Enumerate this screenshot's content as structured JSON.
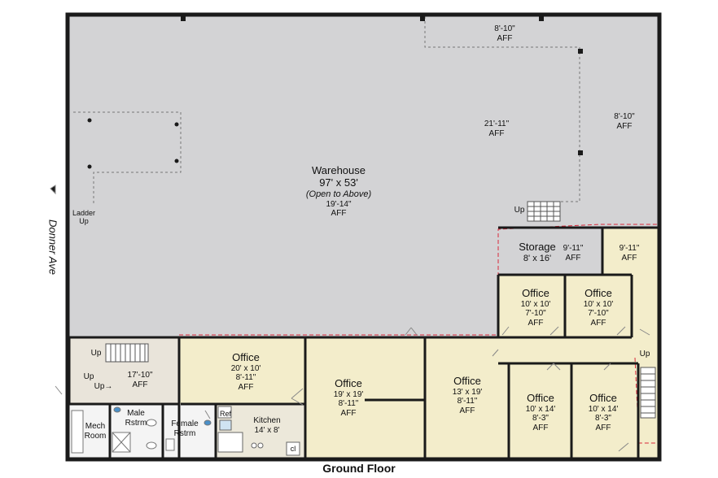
{
  "plan": {
    "title": "Ground Floor",
    "street": "Donner Ave",
    "colors": {
      "warehouse": "#d3d3d5",
      "office": "#f3edcb",
      "wall": "#1a1a1a",
      "stair_hall": "#e9e4da",
      "restroom": "#f4f4f4",
      "property_line": "#d8283a"
    }
  },
  "rooms": {
    "warehouse": {
      "name": "Warehouse",
      "size": "97' x 53'",
      "note": "(Open to Above)",
      "height": "19'-14\"",
      "aff": "AFF"
    },
    "mezz_top": {
      "height": "8'-10\"",
      "aff": "AFF"
    },
    "mezz_center": {
      "height": "21'-11\"",
      "aff": "AFF"
    },
    "mezz_right": {
      "height": "8'-10\"",
      "aff": "AFF"
    },
    "storage": {
      "name": "Storage",
      "size": "8' x 16'",
      "height": "9'-11\"",
      "aff": "AFF"
    },
    "corner": {
      "height": "9'-11\"",
      "aff": "AFF"
    },
    "office_a": {
      "name": "Office",
      "size": "10' x 10'",
      "height": "7'-10\"",
      "aff": "AFF"
    },
    "office_b": {
      "name": "Office",
      "size": "10' x 10'",
      "height": "7'-10\"",
      "aff": "AFF"
    },
    "office_c": {
      "name": "Office",
      "size": "20' x 10'",
      "height": "8'-11\"",
      "aff": "AFF"
    },
    "office_d": {
      "name": "Office",
      "size": "19' x 19'",
      "height": "8'-11\"",
      "aff": "AFF"
    },
    "office_e": {
      "name": "Office",
      "size": "13' x 19'",
      "height": "8'-11\"",
      "aff": "AFF"
    },
    "office_f": {
      "name": "Office",
      "size": "10' x 14'",
      "height": "8'-3\"",
      "aff": "AFF"
    },
    "office_g": {
      "name": "Office",
      "size": "10' x 14'",
      "height": "8'-3\"",
      "aff": "AFF"
    },
    "stair_hall": {
      "height": "17'-10\"",
      "aff": "AFF"
    },
    "mech": {
      "line1": "Mech",
      "line2": "Room"
    },
    "male": {
      "line1": "Male",
      "line2": "Rstrm"
    },
    "female": {
      "line1": "Female",
      "line2": "Rstrm"
    },
    "kitchen": {
      "name": "Kitchen",
      "size": "14' x 8'"
    }
  },
  "tags": {
    "up_stair_hall": "Up",
    "up_hall_mid": "Up",
    "up_hall_low": "Up→",
    "up_warehouse": "Up",
    "up_right": "Up",
    "ladder": "Ladder",
    "ladder_up": "Up",
    "ref": "Ref",
    "cl": "cl"
  }
}
